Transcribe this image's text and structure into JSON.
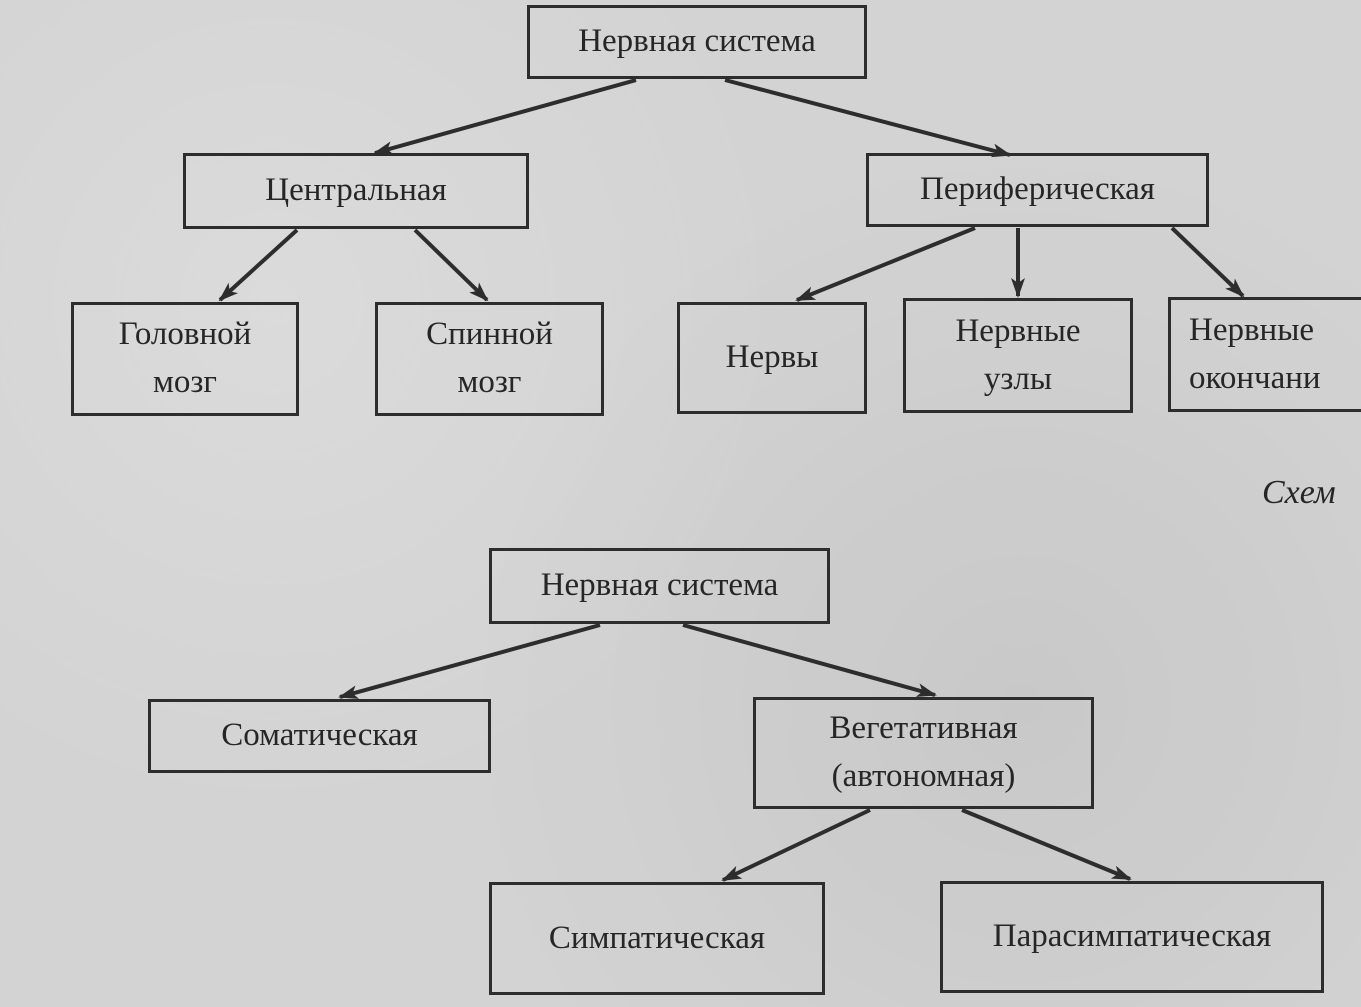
{
  "diagram1": {
    "root": "Нервная система",
    "central": "Центральная",
    "peripheral": "Периферическая",
    "brain": "Головной\nмозг",
    "spinal_cord": "Спинной\nмозг",
    "nerves": "Нервы",
    "ganglia": "Нервные\nузлы",
    "endings": "Нервные\nокончани"
  },
  "caption": "Схем",
  "diagram2": {
    "root": "Нервная система",
    "somatic": "Соматическая",
    "autonomic": "Вегетативная\n(автономная)",
    "sympathetic": "Симпатическая",
    "parasympathetic": "Парасимпатическая"
  },
  "colors": {
    "background": "#d3d3d3",
    "ink": "#2d2d2d"
  }
}
